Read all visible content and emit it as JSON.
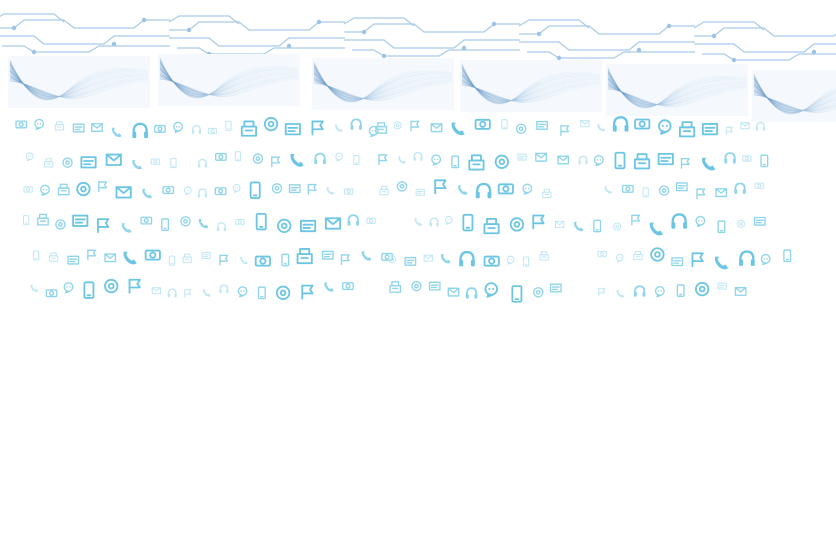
{
  "palette": {
    "circuit": "#a9cbe6",
    "circuit_node": "#9cc3e4",
    "wave_dark": "#5b8fc2",
    "wave_light": "#c9def0",
    "icon_strong": "#6cc6e3",
    "icon_mid": "#8ed4ea",
    "icon_faint": "#c2e7f3"
  },
  "icons": {
    "order": [
      "flag",
      "envelope",
      "phone-handset",
      "headset",
      "camera",
      "chat",
      "smartphone",
      "fax",
      "at-sign",
      "card"
    ],
    "emphasis": [
      "faint",
      "mid",
      "strong"
    ]
  }
}
